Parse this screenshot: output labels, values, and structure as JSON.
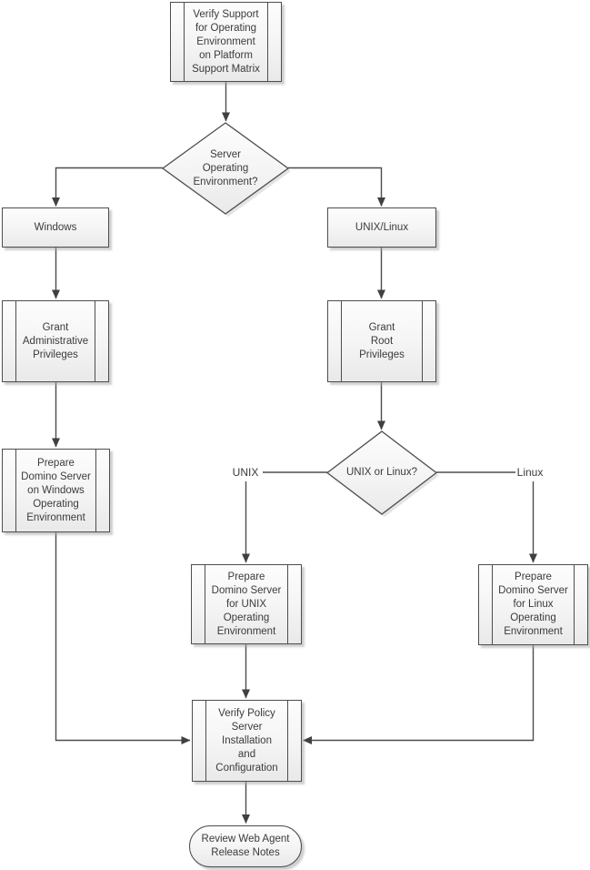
{
  "diagram_type": "flowchart",
  "colors": {
    "background": "#ffffff",
    "node_border": "#4d4d4d",
    "node_fill_top": "#fdfdfd",
    "node_fill_bottom": "#e9e9e9",
    "connector": "#4d4d4d",
    "arrowhead": "#404040",
    "text": "#3b3b3b",
    "shadow": "#d2d2d2"
  },
  "nodes": {
    "verify_support": {
      "type": "predefined-process",
      "label": "Verify Support\nfor Operating\nEnvironment\non Platform\nSupport Matrix"
    },
    "server_os_decision": {
      "type": "decision",
      "label": "Server\nOperating\nEnvironment?"
    },
    "windows": {
      "type": "process",
      "label": "Windows"
    },
    "unix_linux": {
      "type": "process",
      "label": "UNIX/Linux"
    },
    "grant_admin": {
      "type": "predefined-process",
      "label": "Grant\nAdministrative\nPrivileges"
    },
    "grant_root": {
      "type": "predefined-process",
      "label": "Grant\nRoot\nPrivileges"
    },
    "prepare_windows": {
      "type": "predefined-process",
      "label": "Prepare\nDomino Server\non Windows\nOperating\nEnvironment"
    },
    "unix_or_linux_decision": {
      "type": "decision",
      "label": "UNIX or Linux?"
    },
    "prepare_unix": {
      "type": "predefined-process",
      "label": "Prepare\nDomino Server\nfor UNIX\nOperating\nEnvironment"
    },
    "prepare_linux": {
      "type": "predefined-process",
      "label": "Prepare\nDomino Server\nfor Linux\nOperating\nEnvironment"
    },
    "verify_policy": {
      "type": "predefined-process",
      "label": "Verify Policy\nServer\nInstallation\nand\nConfiguration"
    },
    "review_notes": {
      "type": "terminator",
      "label": "Review Web Agent\nRelease Notes"
    }
  },
  "edge_labels": {
    "unix": "UNIX",
    "linux": "Linux"
  },
  "edges": [
    {
      "from": "verify_support",
      "to": "server_os_decision"
    },
    {
      "from": "server_os_decision",
      "to": "windows"
    },
    {
      "from": "server_os_decision",
      "to": "unix_linux"
    },
    {
      "from": "windows",
      "to": "grant_admin"
    },
    {
      "from": "unix_linux",
      "to": "grant_root"
    },
    {
      "from": "grant_admin",
      "to": "prepare_windows"
    },
    {
      "from": "grant_root",
      "to": "unix_or_linux_decision"
    },
    {
      "from": "unix_or_linux_decision",
      "to": "prepare_unix",
      "label": "UNIX"
    },
    {
      "from": "unix_or_linux_decision",
      "to": "prepare_linux",
      "label": "Linux"
    },
    {
      "from": "prepare_windows",
      "to": "verify_policy"
    },
    {
      "from": "prepare_unix",
      "to": "verify_policy"
    },
    {
      "from": "prepare_linux",
      "to": "verify_policy"
    },
    {
      "from": "verify_policy",
      "to": "review_notes"
    }
  ]
}
